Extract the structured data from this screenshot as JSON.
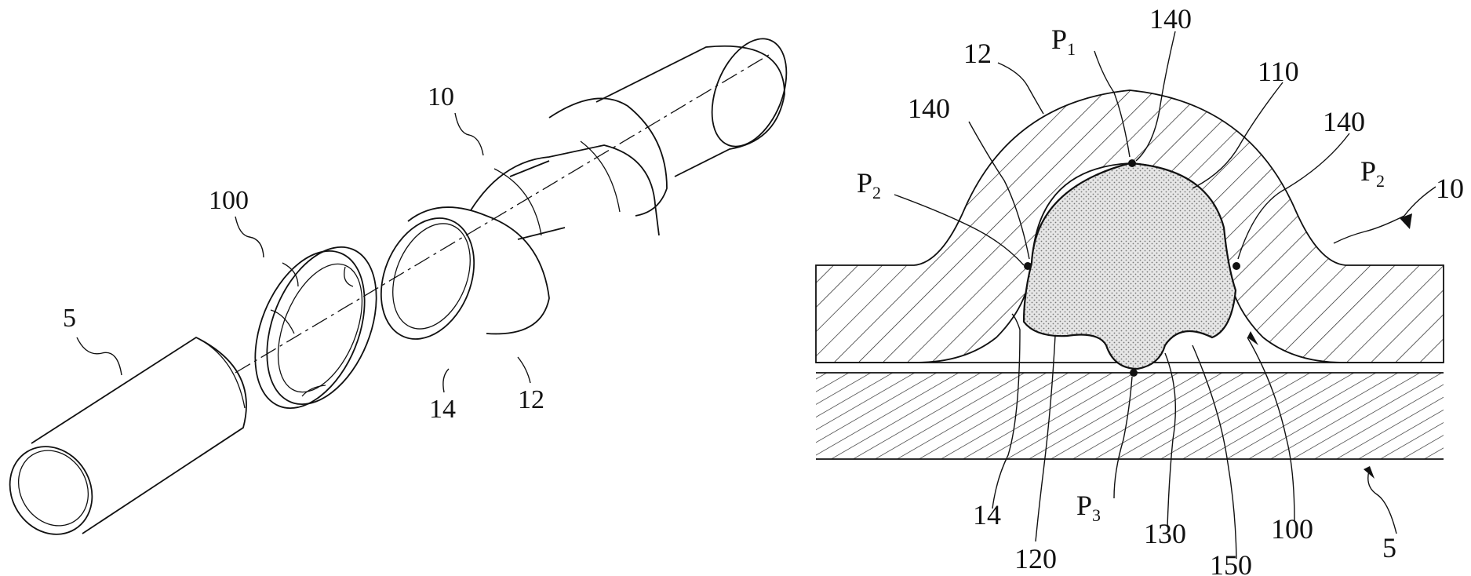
{
  "colors": {
    "ink": "#111111",
    "paper": "#ffffff",
    "hatch": "#222222",
    "stipple": "#d6d6d6"
  },
  "left_figure": {
    "labels": {
      "pipe": "5",
      "ring": "100",
      "fitting": "10",
      "fitting_end": "14",
      "bulge": "12"
    }
  },
  "right_figure": {
    "labels": {
      "bulge": "12",
      "p1": "P",
      "p1_sub": "1",
      "top_140": "140",
      "label_110": "110",
      "left_140": "140",
      "right_140": "140",
      "p2_left": "P",
      "p2_left_sub": "2",
      "p2_right": "P",
      "p2_right_sub": "2",
      "fitting": "10",
      "label_14": "14",
      "p3": "P",
      "p3_sub": "3",
      "label_120": "120",
      "label_130": "130",
      "label_150": "150",
      "label_100": "100",
      "pipe": "5"
    }
  }
}
